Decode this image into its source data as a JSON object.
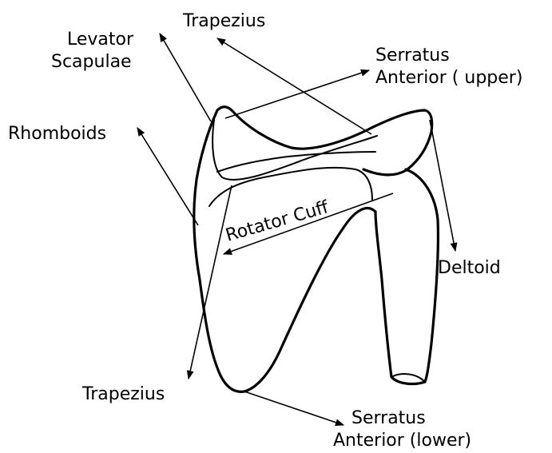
{
  "labels": {
    "trapezius_upper": "Trapezius",
    "levator_line1": "Levator",
    "levator_line2": "Scapulae",
    "serratus_upper_line1": "Serratus",
    "serratus_upper_line2": "Anterior ( upper)",
    "rhomboids": "Rhomboids",
    "rotator_cuff": "Rotator Cuff",
    "deltoid": "Deltoid",
    "trapezius_lower": "Trapezius",
    "serratus_lower_line1": "Serratus",
    "serratus_lower_line2": "Anterior (lower)"
  }
}
